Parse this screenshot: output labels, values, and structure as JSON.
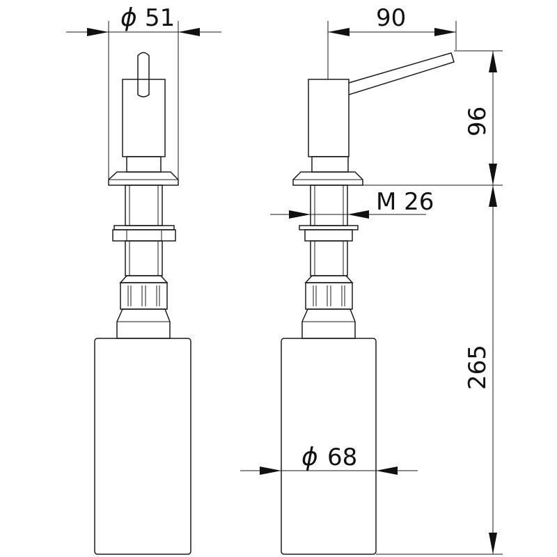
{
  "drawing": {
    "dimensions": {
      "top_diameter": {
        "symbol": "ϕ",
        "value": "51"
      },
      "lever_reach": {
        "value": "90"
      },
      "top_height": {
        "value": "96"
      },
      "thread": {
        "value": "M 26"
      },
      "bottle_diameter": {
        "symbol": "ϕ",
        "value": "68"
      },
      "total_height": {
        "value": "265"
      }
    },
    "colors": {
      "line": "#1a1a1a",
      "background": "#ffffff"
    }
  }
}
